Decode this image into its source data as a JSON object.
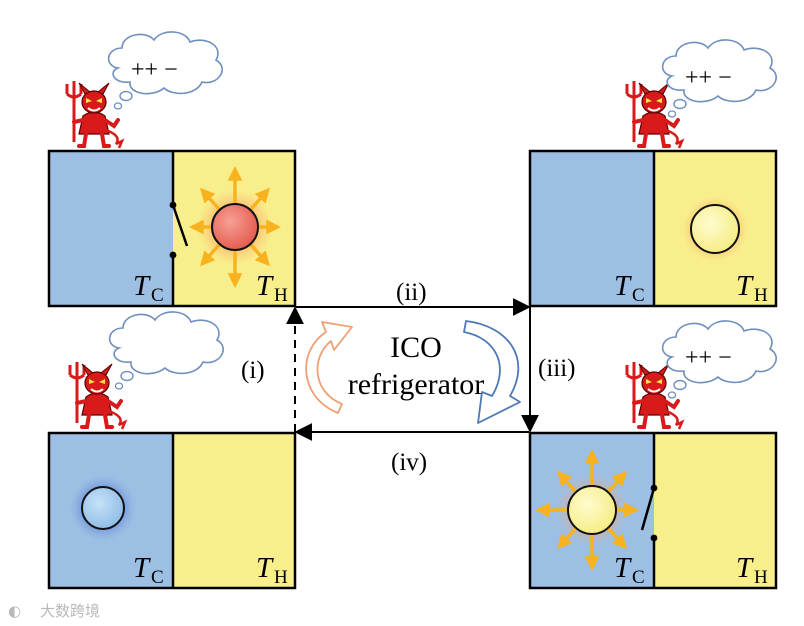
{
  "panels": {
    "top_left": {
      "thought": "++ −",
      "t_cold": "T",
      "t_cold_sub": "C",
      "t_hot": "T",
      "t_hot_sub": "H"
    },
    "top_right": {
      "thought": "++ −",
      "t_cold": "T",
      "t_cold_sub": "C",
      "t_hot": "T",
      "t_hot_sub": "H"
    },
    "bottom_left": {
      "thought": "",
      "t_cold": "T",
      "t_cold_sub": "C",
      "t_hot": "T",
      "t_hot_sub": "H"
    },
    "bottom_right": {
      "thought": "++ −",
      "t_cold": "T",
      "t_cold_sub": "C",
      "t_hot": "T",
      "t_hot_sub": "H"
    }
  },
  "steps": {
    "i": "(i)",
    "ii": "(ii)",
    "iii": "(iii)",
    "iv": "(iv)"
  },
  "center": {
    "line1": "ICO",
    "line2": "refrigerator"
  },
  "watermark": "大数跨境",
  "colors": {
    "cold_bath": "#9dbfe3",
    "hot_bath": "#f8ef8c",
    "hot_particle": "#ee7467",
    "warm_particle": "#fbf59b",
    "cold_particle": "#a8d0f0",
    "ray": "#f7b21d",
    "demon": "#d91a1a",
    "cycle_orange": "#f0a074",
    "cycle_blue": "#4d79b6"
  }
}
